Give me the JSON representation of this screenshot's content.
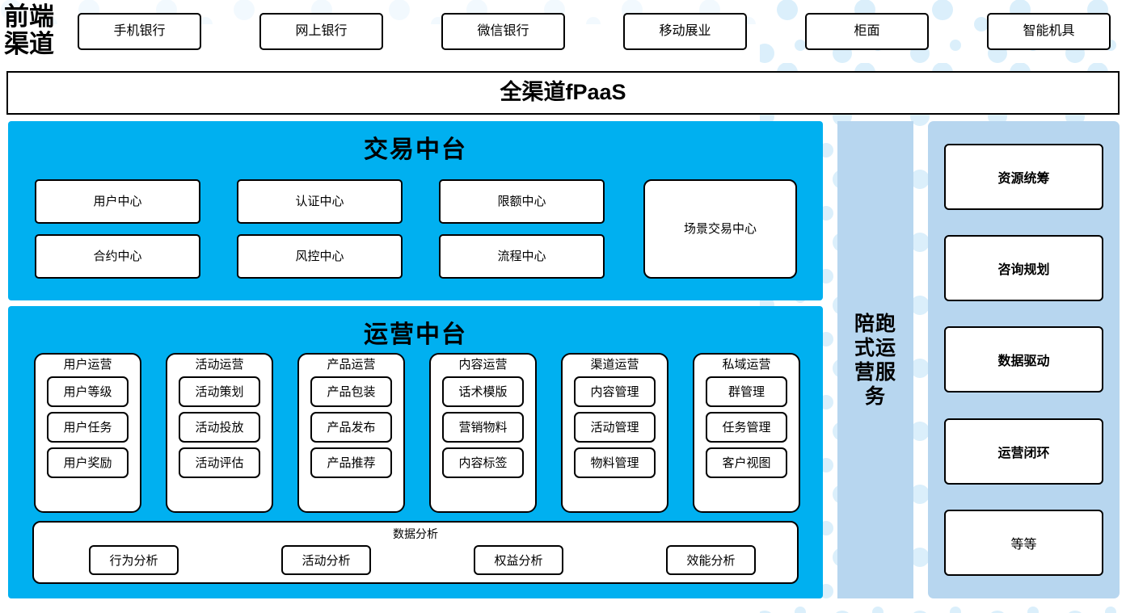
{
  "colors": {
    "cyan_panel": "#00B0F0",
    "light_blue_panel": "#b7d6ef",
    "dot_pattern": "#dbeffb",
    "box_border": "#000000",
    "box_fill": "#ffffff"
  },
  "front_channel": {
    "label": "前端渠道",
    "channels": [
      {
        "label": "手机银行"
      },
      {
        "label": "网上银行"
      },
      {
        "label": "微信银行"
      },
      {
        "label": "移动展业"
      },
      {
        "label": "柜面"
      },
      {
        "label": "智能机具"
      }
    ]
  },
  "fpaas": {
    "label": "全渠道fPaaS"
  },
  "trade_platform": {
    "title": "交易中台",
    "boxes": [
      {
        "label": "用户中心"
      },
      {
        "label": "认证中心"
      },
      {
        "label": "限额中心"
      },
      {
        "label": "合约中心"
      },
      {
        "label": "风控中心"
      },
      {
        "label": "流程中心"
      },
      {
        "label": "场景交易中心"
      }
    ]
  },
  "ops_platform": {
    "title": "运营中台",
    "columns": [
      {
        "title": "用户运营",
        "items": [
          "用户等级",
          "用户任务",
          "用户奖励"
        ]
      },
      {
        "title": "活动运营",
        "items": [
          "活动策划",
          "活动投放",
          "活动评估"
        ]
      },
      {
        "title": "产品运营",
        "items": [
          "产品包装",
          "产品发布",
          "产品推荐"
        ]
      },
      {
        "title": "内容运营",
        "items": [
          "话术模版",
          "营销物料",
          "内容标签"
        ]
      },
      {
        "title": "渠道运营",
        "items": [
          "内容管理",
          "活动管理",
          "物料管理"
        ]
      },
      {
        "title": "私域运营",
        "items": [
          "群管理",
          "任务管理",
          "客户视图"
        ]
      }
    ],
    "data_analysis": {
      "title": "数据分析",
      "items": [
        "行为分析",
        "活动分析",
        "权益分析",
        "效能分析"
      ]
    }
  },
  "service_column": {
    "label": "陪跑式运营服务"
  },
  "right_panel": {
    "items": [
      {
        "label": "资源统筹",
        "bold": true
      },
      {
        "label": "咨询规划",
        "bold": true
      },
      {
        "label": "数据驱动",
        "bold": true
      },
      {
        "label": "运营闭环",
        "bold": true
      },
      {
        "label": "等等",
        "bold": false
      }
    ]
  }
}
